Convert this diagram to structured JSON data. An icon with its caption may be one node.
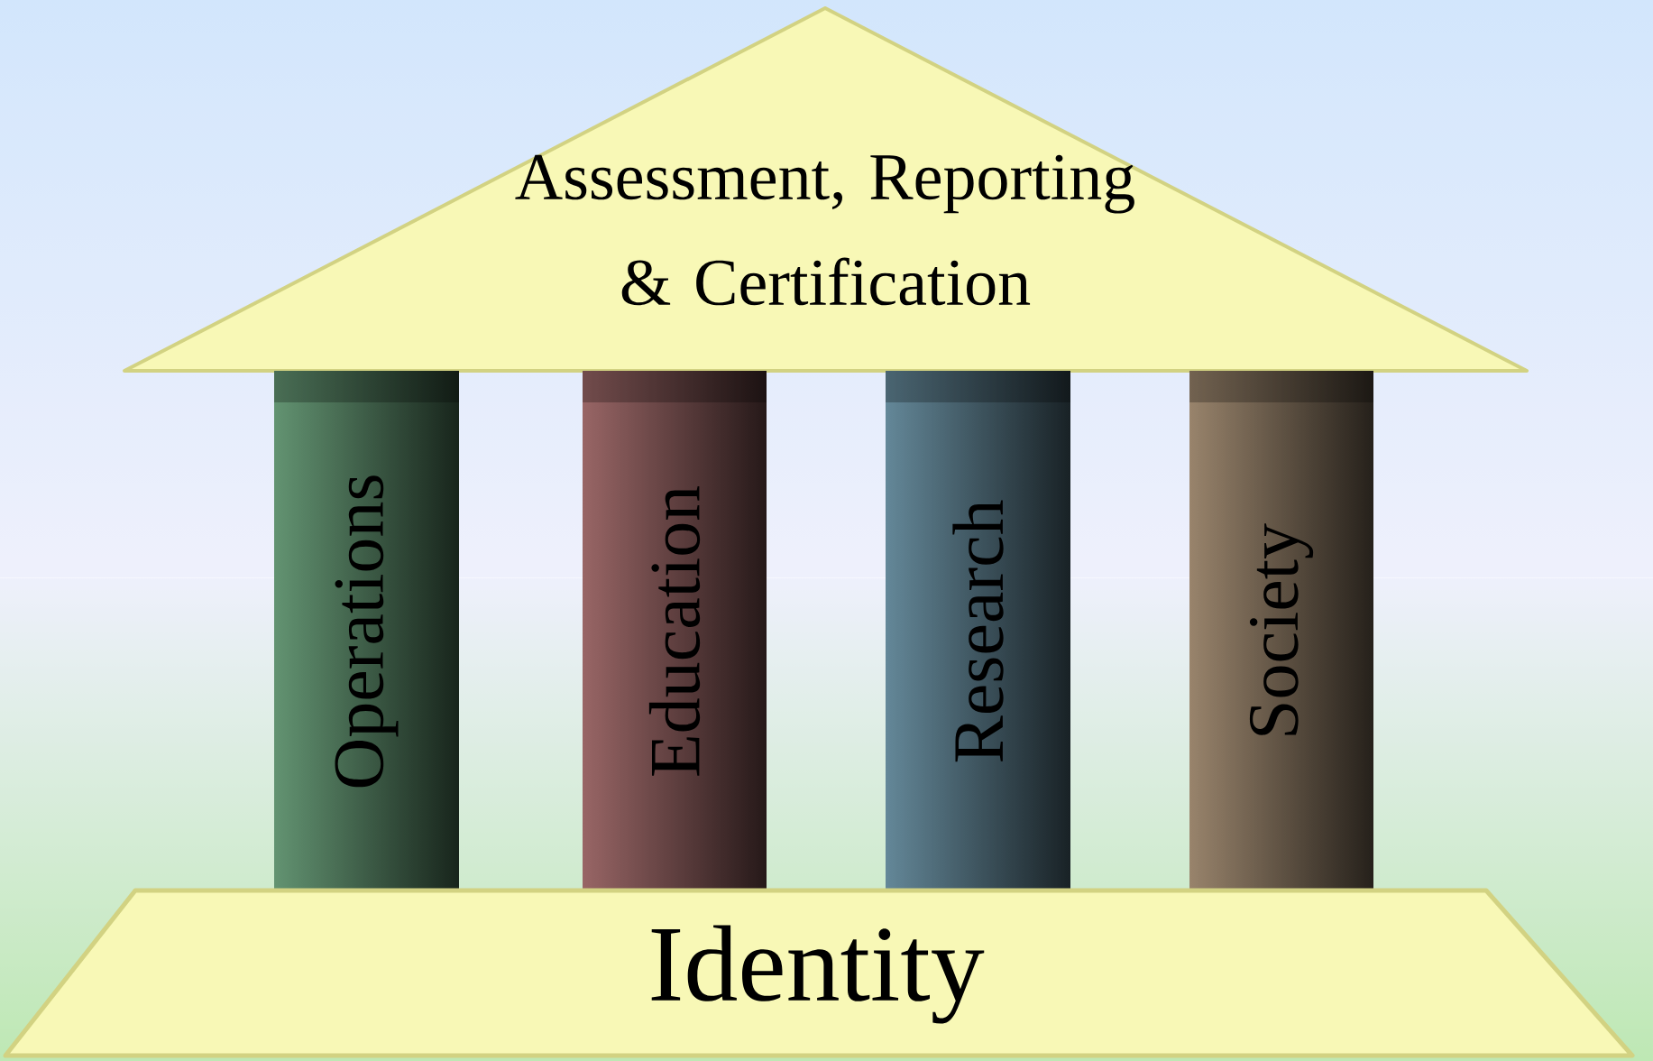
{
  "diagram": {
    "nodes": [
      {
        "text": [
          "Assessment, Reporting & Certification"
        ]
      },
      {
        "text": [
          "Operations"
        ]
      },
      {
        "text": [
          "Education"
        ]
      },
      {
        "text": [
          "Research"
        ]
      },
      {
        "text": [
          "Society"
        ]
      },
      {
        "text": [
          "Identity"
        ]
      }
    ]
  }
}
